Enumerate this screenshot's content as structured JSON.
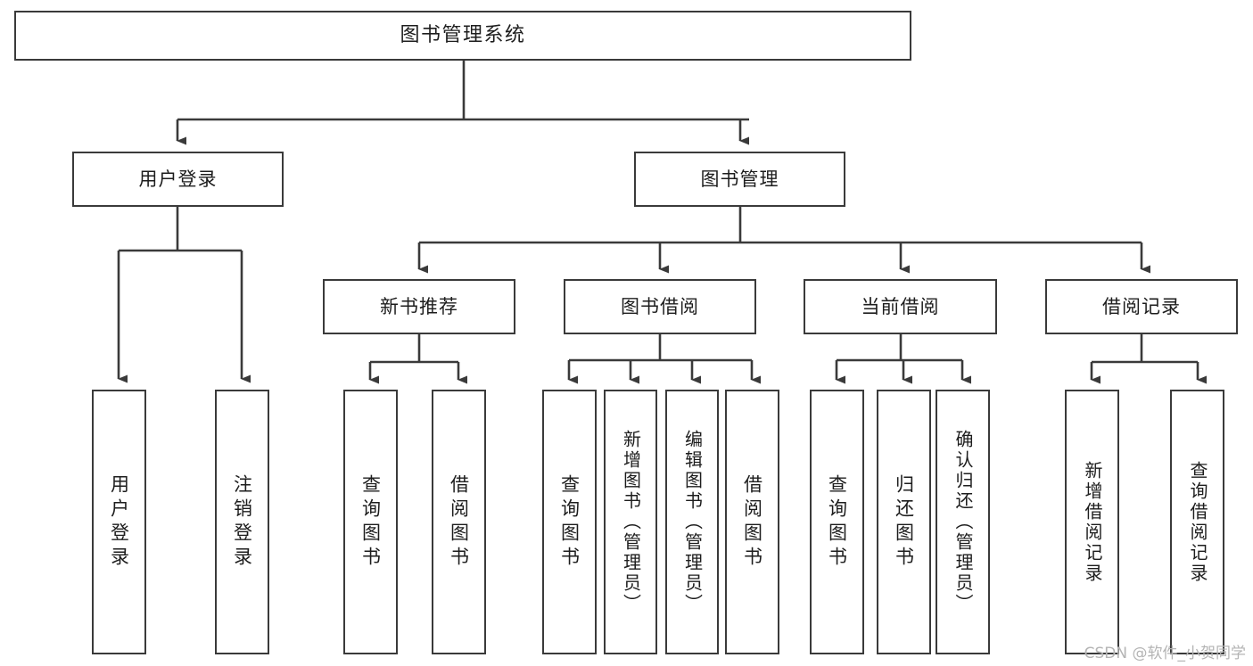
{
  "diagram": {
    "title": "图书管理系统",
    "type": "tree-hierarchy",
    "watermark": "CSDN @软件_小贺同学",
    "colors": {
      "background": "#ffffff",
      "box_border": "#3a3a3a",
      "edge": "#3a3a3a",
      "text": "#1d1d1d",
      "watermark": "#b4b4b4"
    },
    "nodes": {
      "root": {
        "label": "图书管理系统"
      },
      "level2": [
        {
          "label": "用户登录"
        },
        {
          "label": "图书管理"
        }
      ],
      "level3": [
        {
          "label": "新书推荐"
        },
        {
          "label": "图书借阅"
        },
        {
          "label": "当前借阅"
        },
        {
          "label": "借阅记录"
        }
      ],
      "leaves": {
        "user_login": [
          {
            "label": "用户登录"
          },
          {
            "label": "注销登录"
          }
        ],
        "new_book_recommend": [
          {
            "label": "查询图书"
          },
          {
            "label": "借阅图书"
          }
        ],
        "book_borrow": [
          {
            "label": "查询图书"
          },
          {
            "label": "新增图书（管理员）"
          },
          {
            "label": "编辑图书（管理员）"
          },
          {
            "label": "借阅图书"
          }
        ],
        "current_borrow": [
          {
            "label": "查询图书"
          },
          {
            "label": "归还图书"
          },
          {
            "label": "确认归还（管理员）"
          }
        ],
        "borrow_record": [
          {
            "label": "新增借阅记录"
          },
          {
            "label": "查询借阅记录"
          }
        ]
      }
    }
  }
}
